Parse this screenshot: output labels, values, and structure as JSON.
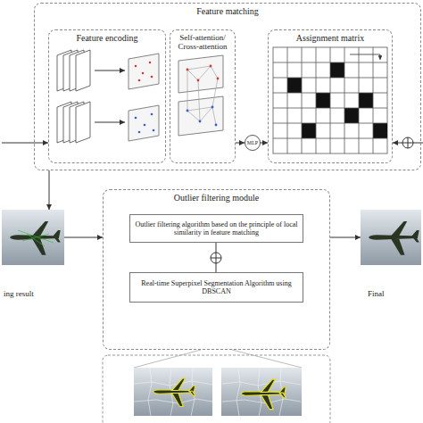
{
  "diagram": {
    "nodes": [
      {
        "text": [
          "Feature matching"
        ]
      },
      {
        "text": [
          "Feature encoding"
        ],
        "in": 0
      },
      {
        "text": [
          "Self-attention/ Cross-attention"
        ],
        "in": 0
      },
      {
        "text": [
          "MLP"
        ],
        "in": 0
      },
      {
        "text": [
          "Assignment matrix"
        ],
        "in": 0
      },
      {
        "text": [
          "ing result"
        ]
      },
      {
        "text": [
          "Outlier filtering module"
        ]
      },
      {
        "text": [
          "Outlier filtering algorithm based on the principle of local similarity in feature matching"
        ],
        "in": 6
      },
      {
        "text": [
          "Real-time Superpixel Segmentation Algorithm using DBSCAN"
        ],
        "in": 6
      },
      {
        "text": [
          "Final"
        ]
      }
    ],
    "edges": [
      {
        "from": 2,
        "to": 3,
        "arrow": "to"
      },
      {
        "from": 3,
        "to": 4,
        "arrow": "to"
      },
      {
        "from": 0,
        "to": 5,
        "arrow": "to"
      },
      {
        "from": 5,
        "to": 6,
        "arrow": "to"
      },
      {
        "from": 6,
        "to": 9,
        "arrow": "to"
      }
    ]
  }
}
